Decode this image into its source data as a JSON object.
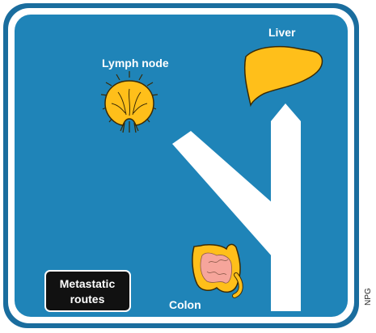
{
  "labels": {
    "liver": "Liver",
    "lymph_node": "Lymph node",
    "colon": "Colon",
    "legend_line1": "Metastatic",
    "legend_line2": "routes",
    "credit": "NPG"
  },
  "colors": {
    "sign_blue": "#1f84b8",
    "sign_border": "#1a6d9e",
    "road_white": "#ffffff",
    "organ_yellow": "#ffbf1a",
    "organ_outline": "#3a2a05",
    "colon_inner": "#f6a59b",
    "legend_box": "#111111"
  }
}
